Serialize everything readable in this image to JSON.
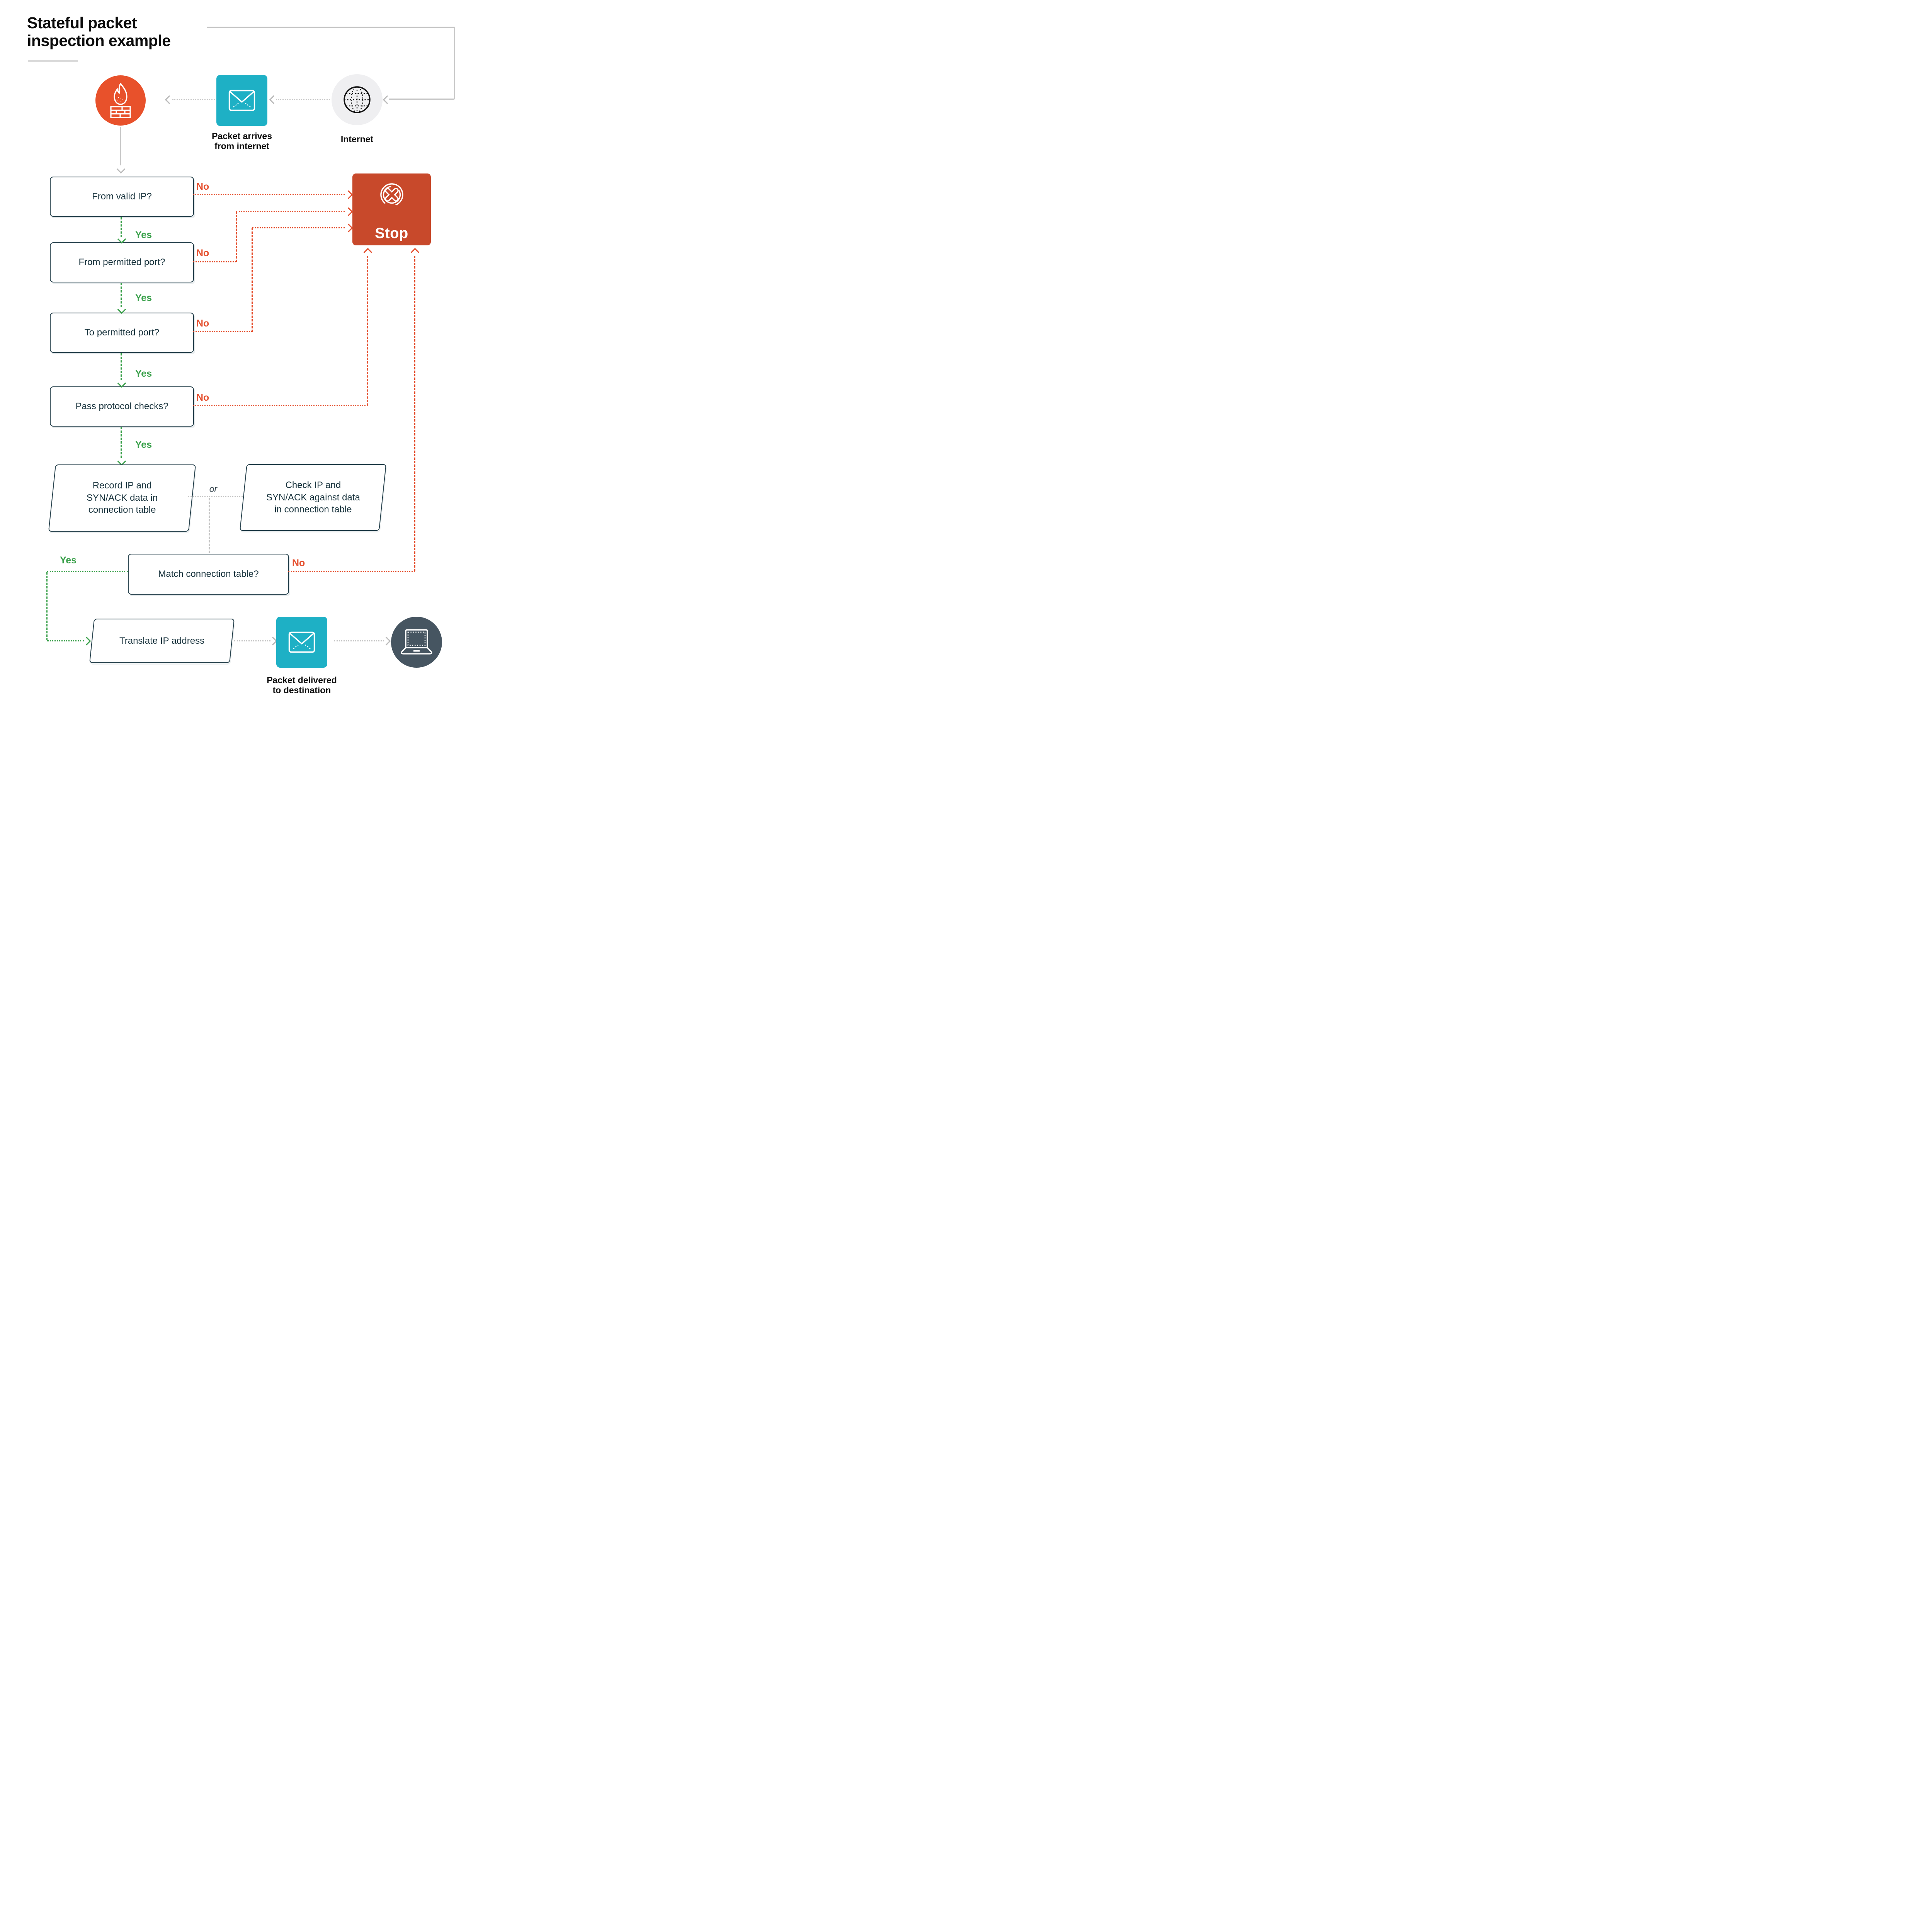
{
  "title": {
    "line1": "Stateful packet",
    "line2": "inspection example"
  },
  "top_row": {
    "packet_arrives": {
      "line1": "Packet arrives",
      "line2": "from internet"
    },
    "internet_label": "Internet"
  },
  "branch_labels": {
    "yes": "Yes",
    "no": "No"
  },
  "decisions": [
    {
      "question": "From valid IP?"
    },
    {
      "question": "From permitted port?"
    },
    {
      "question": "To permitted port?"
    },
    {
      "question": "Pass protocol checks?"
    }
  ],
  "stop": {
    "label": "Stop"
  },
  "record_step": {
    "line1": "Record IP and",
    "line2": "SYN/ACK data in",
    "line3": "connection table"
  },
  "or_label": "or",
  "check_step": {
    "line1": "Check IP and",
    "line2": "SYN/ACK against data",
    "line3": "in connection table"
  },
  "match_question": "Match connection table?",
  "translate_step": "Translate IP address",
  "delivered": {
    "line1": "Packet delivered",
    "line2": "to destination"
  },
  "icons": {
    "firewall": "flame-over-brick-wall",
    "packet": "envelope",
    "internet": "globe",
    "stop": "x-in-circle",
    "destination": "laptop"
  },
  "colors": {
    "accent_orange": "#E8512B",
    "arrow_red": "#E5502F",
    "stop_red": "#C8492B",
    "teal": "#1EB0C5",
    "green": "#3BA14C",
    "slate": "#465561",
    "light_gray_circle": "#EFEFF1",
    "connector_gray": "#C6C6C6",
    "box_border": "#26414C",
    "question_text": "#17323C"
  }
}
